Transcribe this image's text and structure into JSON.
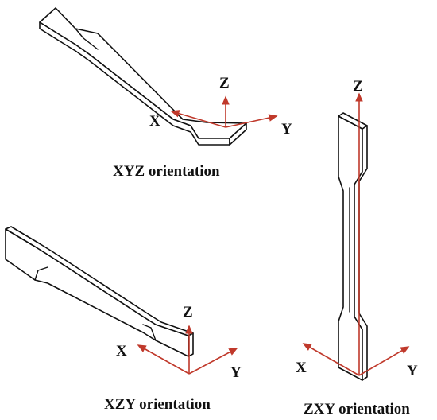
{
  "axis_color": "#c0392b",
  "specimens": [
    {
      "caption": "XYZ orientation",
      "axes": {
        "x": "X",
        "y": "Y",
        "z": "Z"
      }
    },
    {
      "caption": "XZY orientation",
      "axes": {
        "x": "X",
        "y": "Y",
        "z": "Z"
      }
    },
    {
      "caption": "ZXY orientation",
      "axes": {
        "x": "X",
        "y": "Y",
        "z": "Z"
      }
    }
  ]
}
